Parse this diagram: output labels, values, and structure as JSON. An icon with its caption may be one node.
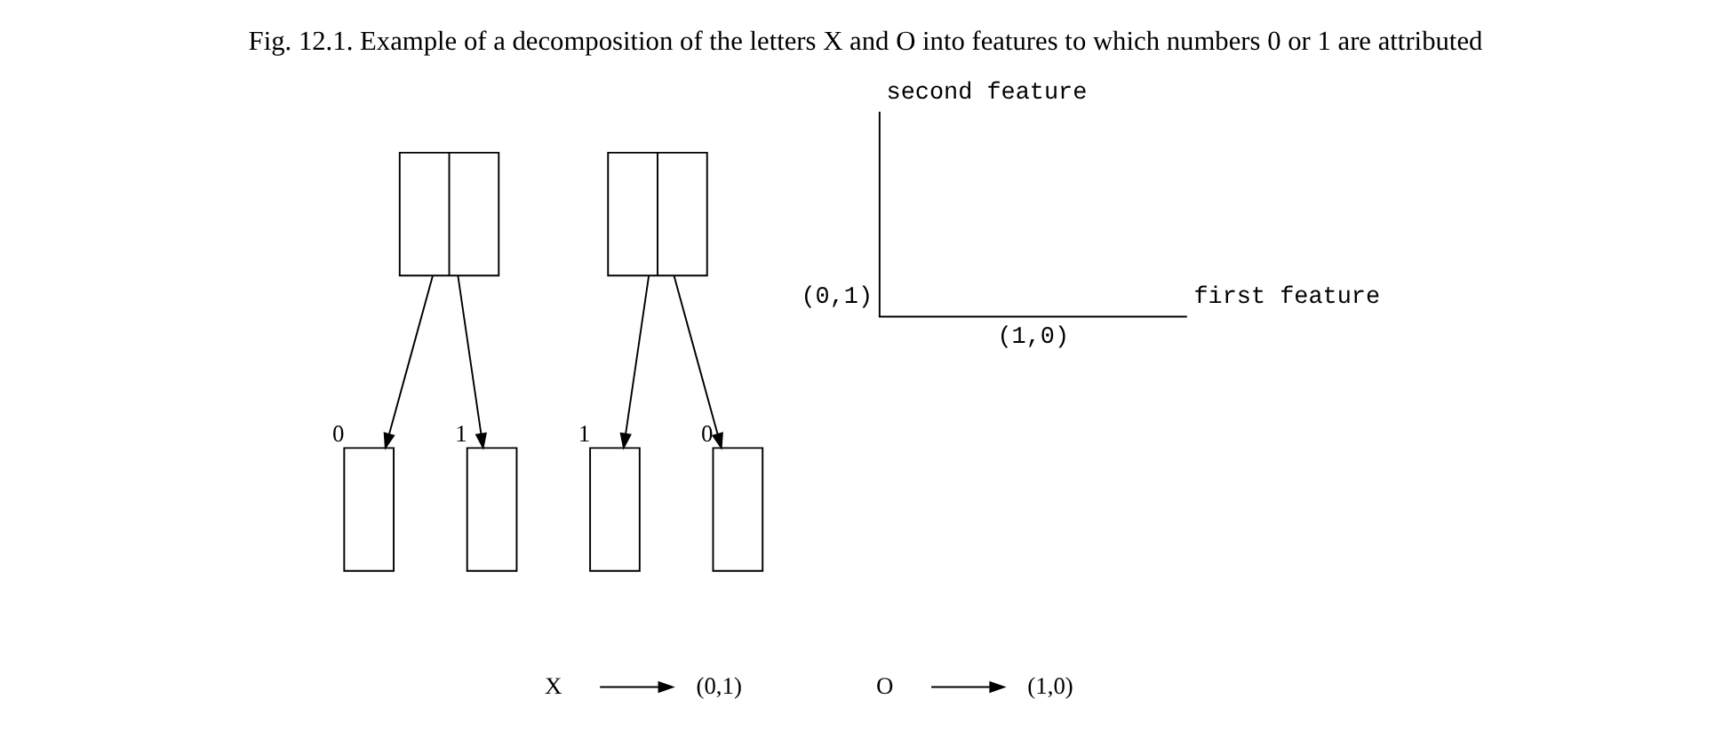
{
  "diagram": {
    "caption": "Fig. 12.1. Example of a decomposition of the letters X and O into features to which numbers 0 or 1 are attributed",
    "nodes": [
      {
        "text": [],
        "shape": "picture"
      },
      {
        "text": [],
        "shape": "box",
        "beside": [
          "0"
        ]
      },
      {
        "text": [],
        "shape": "box",
        "beside": [
          "1"
        ]
      },
      {
        "text": [],
        "shape": "picture"
      },
      {
        "text": [],
        "shape": "box",
        "beside": [
          "1"
        ]
      },
      {
        "text": [],
        "shape": "box",
        "beside": [
          "0"
        ]
      },
      {
        "text": [
          "X"
        ]
      },
      {
        "text": [
          "(0,1)"
        ]
      },
      {
        "text": [
          "O"
        ]
      },
      {
        "text": [
          "(1,0)"
        ]
      }
    ],
    "edges": [
      {
        "from": 0,
        "to": 1,
        "arrow": "to"
      },
      {
        "from": 0,
        "to": 2,
        "arrow": "to"
      },
      {
        "from": 3,
        "to": 4,
        "arrow": "to"
      },
      {
        "from": 3,
        "to": 5,
        "arrow": "to"
      },
      {
        "from": 6,
        "to": 7,
        "arrow": "to"
      },
      {
        "from": 8,
        "to": 9,
        "arrow": "to"
      }
    ],
    "labels": [
      "second feature",
      "(0,1)",
      "first feature",
      "(1,0)"
    ]
  }
}
